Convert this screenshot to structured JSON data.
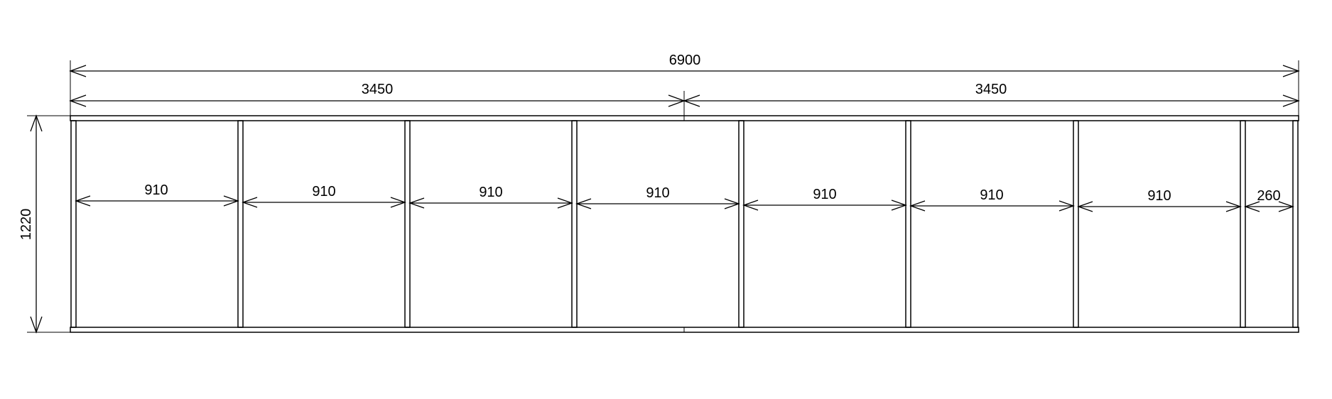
{
  "overall": {
    "width_label": "6900",
    "height_label": "1220"
  },
  "halves": [
    {
      "label": "3450"
    },
    {
      "label": "3450"
    }
  ],
  "panels": [
    {
      "label": "910"
    },
    {
      "label": "910"
    },
    {
      "label": "910"
    },
    {
      "label": "910"
    },
    {
      "label": "910"
    },
    {
      "label": "910"
    },
    {
      "label": "910"
    },
    {
      "label": "260"
    }
  ]
}
